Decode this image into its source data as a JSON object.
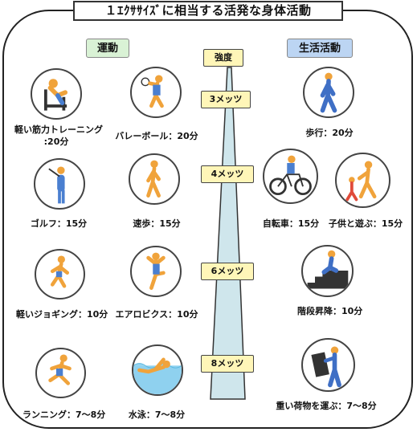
{
  "title": "１ｴｸｻｻｲｽﾞに相当する活発な身体活動",
  "categories": {
    "exercise": "運動",
    "life": "生活活動"
  },
  "intensity": {
    "header": "強度",
    "levels": [
      "3メッツ",
      "4メッツ",
      "6メッツ",
      "8メッツ"
    ]
  },
  "exercise_items": [
    {
      "label": "軽い筋力トレーニング",
      "sub": ":20分",
      "icon": "weight-machine-icon"
    },
    {
      "label": "バレーボール：20分",
      "icon": "volleyball-icon"
    },
    {
      "label": "ゴルフ：15分",
      "icon": "golf-icon"
    },
    {
      "label": "速歩：15分",
      "icon": "brisk-walk-icon"
    },
    {
      "label": "軽いジョギング：10分",
      "icon": "jogging-icon"
    },
    {
      "label": "エアロビクス：10分",
      "icon": "aerobics-icon"
    },
    {
      "label": "ランニング：7～8分",
      "icon": "running-icon"
    },
    {
      "label": "水泳：7～8分",
      "icon": "swimming-icon"
    }
  ],
  "life_items": [
    {
      "label": "歩行：20分",
      "icon": "walking-icon"
    },
    {
      "label": "自転車：15分",
      "icon": "bicycle-icon"
    },
    {
      "label": "子供と遊ぶ：15分",
      "icon": "play-with-child-icon"
    },
    {
      "label": "階段昇降：10分",
      "icon": "stairs-icon"
    },
    {
      "label": "重い荷物を運ぶ：7～8分",
      "icon": "carry-load-icon"
    }
  ],
  "colors": {
    "skin": "#f0a33b",
    "blue": "#4a7fd0",
    "tower": "#cfe6ec",
    "scroll": "#fff6b8"
  }
}
